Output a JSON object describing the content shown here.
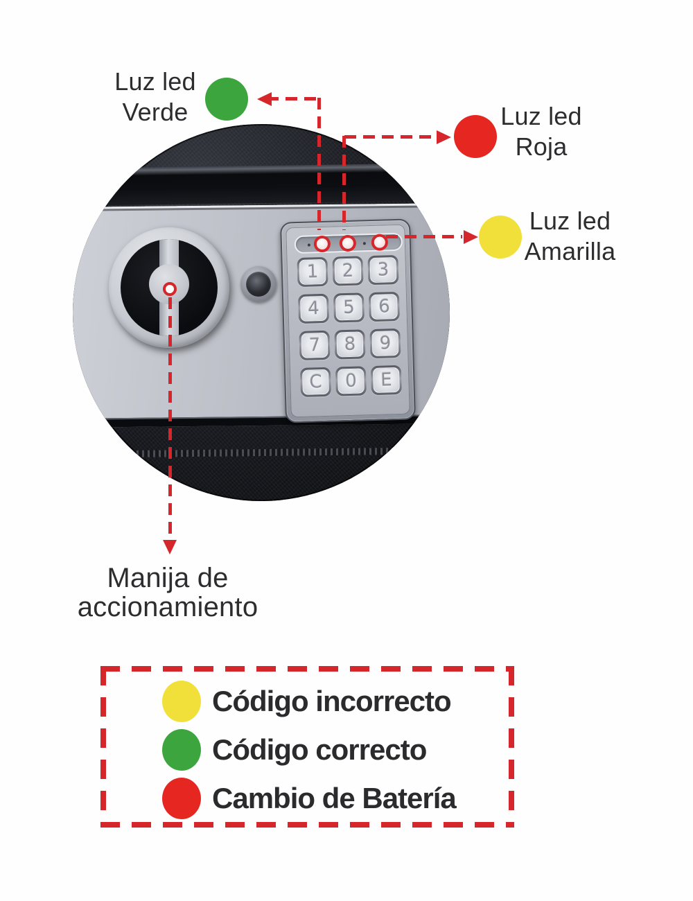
{
  "colors": {
    "green": "#3ca53e",
    "red": "#e62621",
    "yellow": "#f2e03a",
    "dash-red": "#d4262b",
    "ink": "#2d2d2f"
  },
  "annotations": {
    "green": {
      "line1": "Luz led",
      "line2": "Verde"
    },
    "red": {
      "line1": "Luz led",
      "line2": "Roja"
    },
    "yellow": {
      "line1": "Luz led",
      "line2": "Amarilla"
    },
    "handle": {
      "line1": "Manija de",
      "line2": "accionamiento"
    }
  },
  "keypad": {
    "keys": [
      "1",
      "2",
      "3",
      "4",
      "5",
      "6",
      "7",
      "8",
      "9",
      "C",
      "0",
      "E"
    ]
  },
  "legend": {
    "items": [
      {
        "label": "Código incorrecto",
        "color": "#f2e03a"
      },
      {
        "label": "Código correcto",
        "color": "#3ca53e"
      },
      {
        "label": "Cambio de Batería",
        "color": "#e62621"
      }
    ]
  }
}
